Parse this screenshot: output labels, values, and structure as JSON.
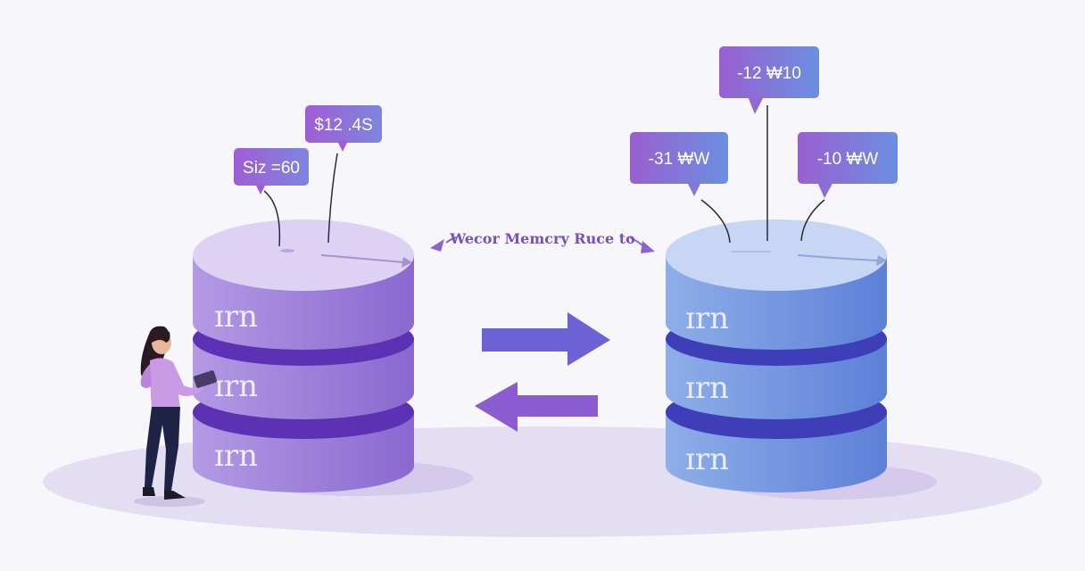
{
  "caption": "Wecor Memcry Ruce to",
  "left_db": {
    "labels": [
      "Siz =60",
      "$12 .4S"
    ],
    "disk_glyph": "ɪrn",
    "colors": {
      "top": "#d4c6ef",
      "body": "#9f7fd8",
      "dark": "#5d31b4"
    }
  },
  "right_db": {
    "labels": [
      "-31 ₩W",
      "-12 ₩10",
      "-10 ₩W"
    ],
    "disk_glyph": "ɪrn",
    "colors": {
      "top": "#bcd0f2",
      "body": "#6f93e0",
      "dark": "#3e3fb8"
    }
  },
  "arrows": {
    "right_color": "#6c62d6",
    "left_color": "#8a5ccf"
  },
  "accent": "#8d63d2",
  "person": {
    "shirt": "#c99be4",
    "pants": "#1f2447",
    "hair": "#2a1a24"
  }
}
